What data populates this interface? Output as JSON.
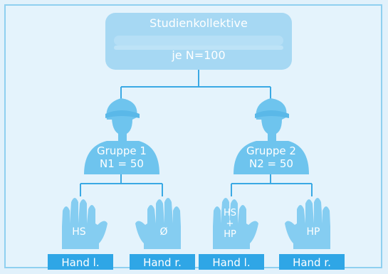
{
  "top_box": {
    "title": "Studienkollektive",
    "subtitle": "je N=100"
  },
  "groups": [
    {
      "name": "Gruppe 1",
      "count": "N1 = 50"
    },
    {
      "name": "Gruppe 2",
      "count": "N2 = 50"
    }
  ],
  "hands": [
    {
      "mark": "HS",
      "label": "Hand l."
    },
    {
      "mark": "Ø",
      "label": "Hand r."
    },
    {
      "mark": "HS + HP",
      "mark_lines": [
        "HS",
        "+",
        "HP"
      ],
      "label": "Hand l."
    },
    {
      "mark": "HP",
      "label": "Hand r."
    }
  ],
  "colors": {
    "background": "#e4f3fc",
    "frame": "#8fd0f0",
    "top_box": "#a6d8f3",
    "figure": "#6ec4ee",
    "hand": "#85cdf1",
    "label_bar": "#2fa6e6",
    "line": "#3aa9e4",
    "text_light": "#ffffff"
  }
}
